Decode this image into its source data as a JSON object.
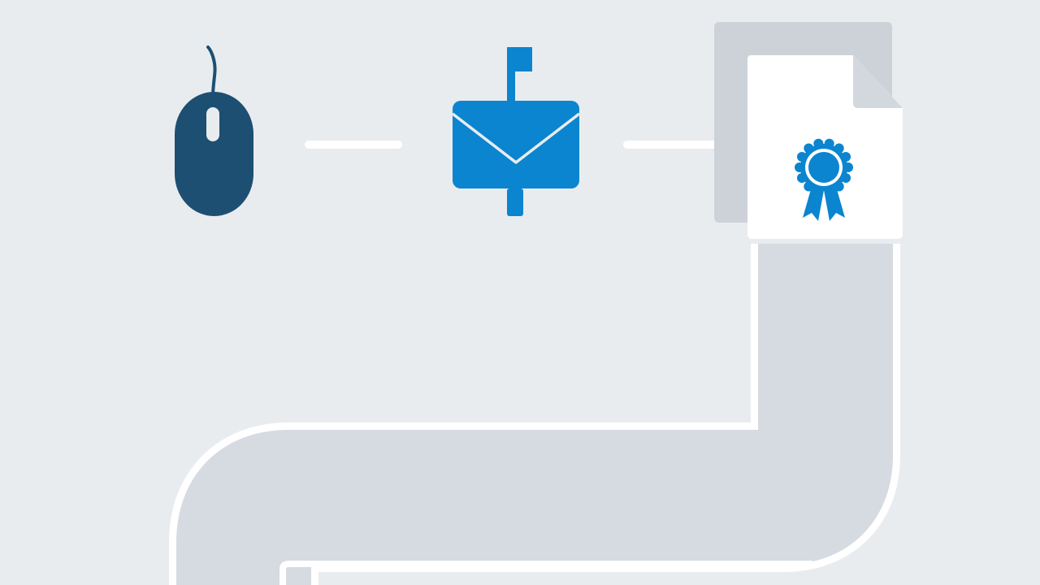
{
  "diagram": {
    "steps": [
      {
        "id": "click",
        "icon": "computer-mouse-icon"
      },
      {
        "id": "mail",
        "icon": "mailbox-envelope-icon"
      },
      {
        "id": "certificate",
        "icon": "certificate-document-icon"
      }
    ],
    "connectors": [
      "dash-connector",
      "dash-connector"
    ],
    "path": {
      "icon": "winding-road-path"
    }
  },
  "colors": {
    "background": "#e9ecef",
    "road": "#d5dbe1",
    "road_outline": "#ffffff",
    "mouse": "#1d4f72",
    "mail": "#0b85cf",
    "document_back": "#cdd2d9",
    "document_front": "#ffffff",
    "document_fold": "#d3d8df",
    "badge": "#0b85cf",
    "connector": "#ffffff"
  }
}
